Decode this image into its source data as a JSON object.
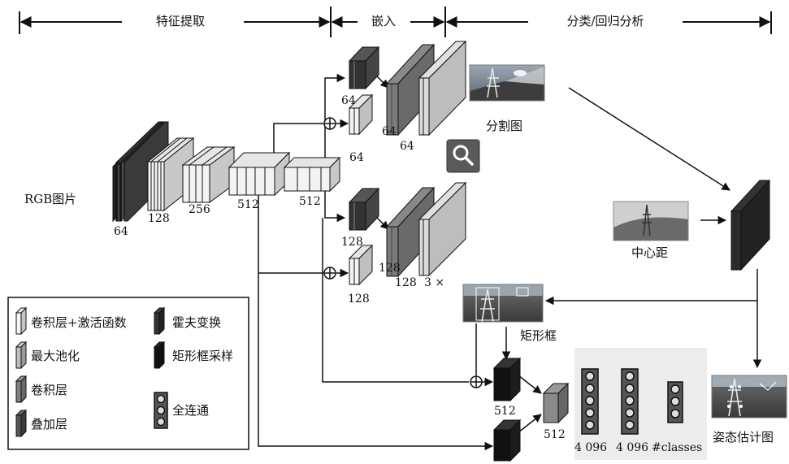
{
  "headers": {
    "feature_extraction": "特征提取",
    "embedding": "嵌入",
    "classification_regression": "分类/回归分析"
  },
  "input_label": "RGB图片",
  "backbone_channels": [
    "64",
    "128",
    "256",
    "512",
    "512"
  ],
  "upper_branch": {
    "a": "64",
    "b": "64",
    "c": "64",
    "d": "64"
  },
  "lower_branch": {
    "a": "128",
    "b": "128",
    "c": "128",
    "d": "128",
    "e": "3 ×"
  },
  "outputs": {
    "segmentation": "分割图",
    "center_distance": "中心距",
    "bounding_box": "矩形框",
    "pose_estimation": "姿态估计图"
  },
  "head": {
    "roi_a": "512",
    "roi_b": "512",
    "fc": [
      "4 096",
      "4 096",
      "#classes"
    ]
  },
  "legend": {
    "conv_act": "卷积层+激活函数",
    "maxpool": "最大池化",
    "conv": "卷积层",
    "stack": "叠加层",
    "hough": "霍夫变换",
    "roi_sample": "矩形框采样",
    "fc": "全连通"
  },
  "colors": {
    "dark": "#2b2b2b",
    "mid": "#7a7a7a",
    "light": "#dcdcdc",
    "white": "#f4f4f4",
    "panel": "#ececec"
  },
  "icons": {
    "search": "magnifier-icon"
  }
}
